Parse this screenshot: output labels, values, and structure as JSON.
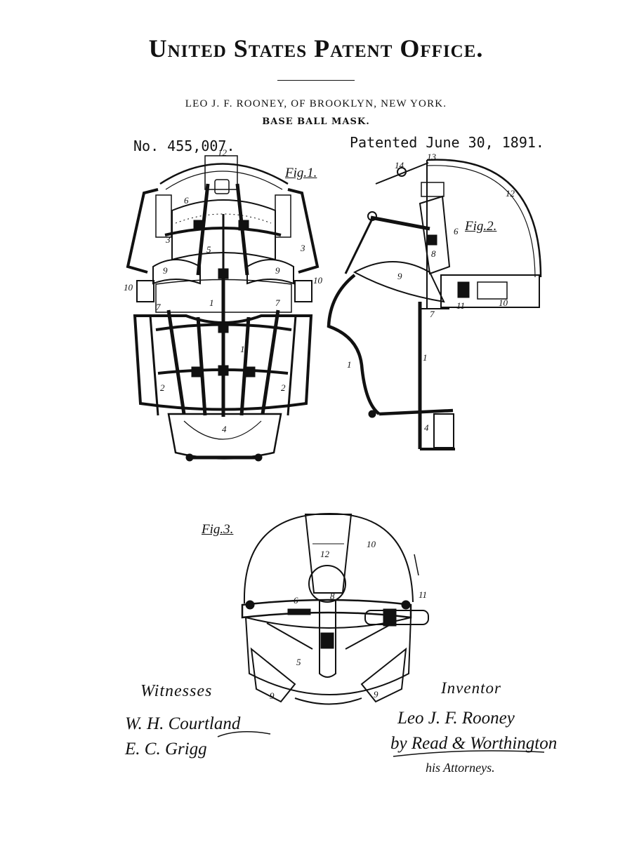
{
  "header": {
    "office_title": "United States Patent Office.",
    "inventor_line": "LEO J. F. ROONEY, OF BROOKLYN, NEW YORK.",
    "invention_title": "BASE BALL MASK.",
    "patent_number": "No. 455,007.",
    "patent_date": "Patented June 30, 1891."
  },
  "figures": {
    "fig1": {
      "label": "Fig.1.",
      "refs": [
        "12",
        "6",
        "3",
        "3",
        "5",
        "9",
        "9",
        "10",
        "10",
        "1",
        "7",
        "7",
        "1",
        "2",
        "2",
        "4"
      ]
    },
    "fig2": {
      "label": "Fig.2.",
      "refs": [
        "14",
        "13",
        "12",
        "6",
        "8",
        "9",
        "10",
        "11",
        "7",
        "1",
        "1",
        "4"
      ]
    },
    "fig3": {
      "label": "Fig.3.",
      "refs": [
        "12",
        "10",
        "6",
        "8",
        "11",
        "5",
        "9",
        "9"
      ]
    }
  },
  "signatures": {
    "witnesses_label": "Witnesses",
    "witness_1": "W. H. Courtland",
    "witness_2": "E. C. Grigg",
    "inventor_label": "Inventor",
    "inventor_signature": "Leo J. F. Rooney",
    "attorney_line": "by Read & Worthington",
    "attorneys_note": "his Attorneys."
  }
}
